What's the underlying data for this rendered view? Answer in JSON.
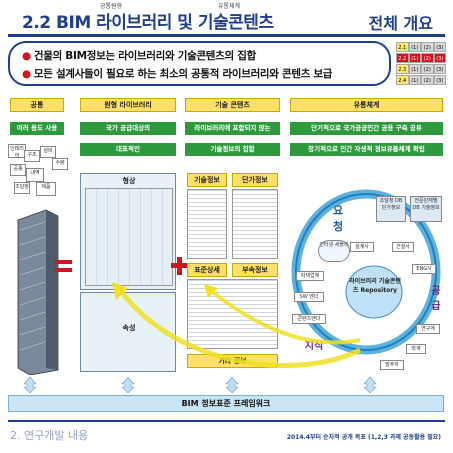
{
  "header": {
    "title": "2.2 BIM 라이브러리 및 기술콘텐츠",
    "tag_left": "공통원형",
    "tag_right": "유통체계",
    "overview": "전체 개요"
  },
  "bullets": [
    "건물의 BIM정보는 라이브러리와 기술콘텐츠의 집합",
    "모든 설계사들이 필요로 하는 최소의 공통적 라이브러리와 콘텐츠 보급"
  ],
  "mini_table": [
    [
      "2.1",
      "(1)",
      "(2)",
      "(3)"
    ],
    [
      "2.2",
      "(1)",
      "(2)",
      "(3)"
    ],
    [
      "2.3",
      "(1)",
      "(2)",
      "(3)"
    ],
    [
      "2.4",
      "(1)",
      "(2)",
      "(3)"
    ]
  ],
  "columns": {
    "common": {
      "header": "공통",
      "sub": "여러 용도 사용"
    },
    "library": {
      "header": "원형 라이브러리",
      "sub1": "국가 공급대상의",
      "sub2": "대표적인"
    },
    "tech": {
      "header": "기술 콘텐츠",
      "sub1": "라이브러리에 포함되지 않는",
      "sub2": "기술정보의 집합"
    },
    "dist": {
      "header": "유통체계",
      "sub1": "단기적으로 국가공공민간 공용 구축 공유",
      "sub2": "장기적으로 민간 자생적 정보유통체계 확립"
    }
  },
  "building_docs": [
    "인테리어",
    "구조",
    "설비",
    "수량",
    "공종",
    "내역",
    "조달청",
    "제품"
  ],
  "labels": {
    "shape": "형상",
    "attribute": "속성",
    "tech_info": "기술정보",
    "unit_info": "단가정보",
    "std_detail": "표준상세",
    "sub_info": "부속정보",
    "other_info": "기타 정보"
  },
  "cycle": {
    "db1": "조달청 DB 단가정보",
    "db2": "전문단체별 DB 기술정보",
    "internet": "인터넷 세플리",
    "repo": "라이브러리 기술콘텐츠 Repository",
    "nodes": [
      "설계사",
      "건설사",
      "ENG사",
      "자재업체",
      "SW 벤더",
      "콘텐츠벤더",
      "연구계",
      "학계",
      "발주자"
    ],
    "request": "요청",
    "supply": "공급",
    "accumulate": "지식"
  },
  "framework": "BIM 정보표준 프레임워크",
  "footer": {
    "left": "2. 연구개발 내용",
    "right": "2014.4부터 순차적 공개 목표 (1,2,3 과제 공동활용 필요)"
  },
  "colors": {
    "brand": "#1f3f8f",
    "accent": "#d2141e",
    "header_yellow": "#ffe066",
    "sub_green": "#2e9a3e"
  }
}
